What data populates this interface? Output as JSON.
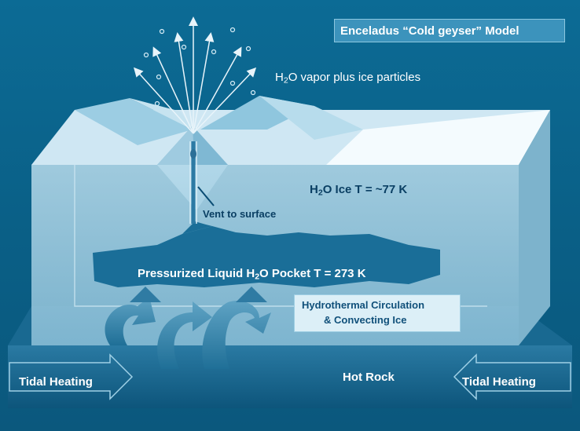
{
  "title": "Enceladus “Cold geyser” Model",
  "labels": {
    "vapor_pre": "H",
    "vapor_sub": "2",
    "vapor_post": "O vapor plus ice particles",
    "ice_pre": "H",
    "ice_sub": "2",
    "ice_post": "O Ice   T = ~77 K",
    "vent": "Vent to surface",
    "pocket_pre": "Pressurized Liquid H",
    "pocket_sub": "2",
    "pocket_post": "O Pocket    T = 273 K",
    "hydro_line1": "Hydrothermal Circulation",
    "hydro_line2": "& Convecting Ice",
    "tidal_left": "Tidal Heating",
    "tidal_right": "Tidal Heating",
    "hot_rock": "Hot Rock"
  },
  "colors": {
    "background": "#0b6390",
    "ice_block_front": "#a9d3e6",
    "ice_block_top": "#d8edf6",
    "liquid_pocket": "#1a6e98",
    "rock_floor": "#0f5a82",
    "arrow": "#e8f4fa"
  }
}
